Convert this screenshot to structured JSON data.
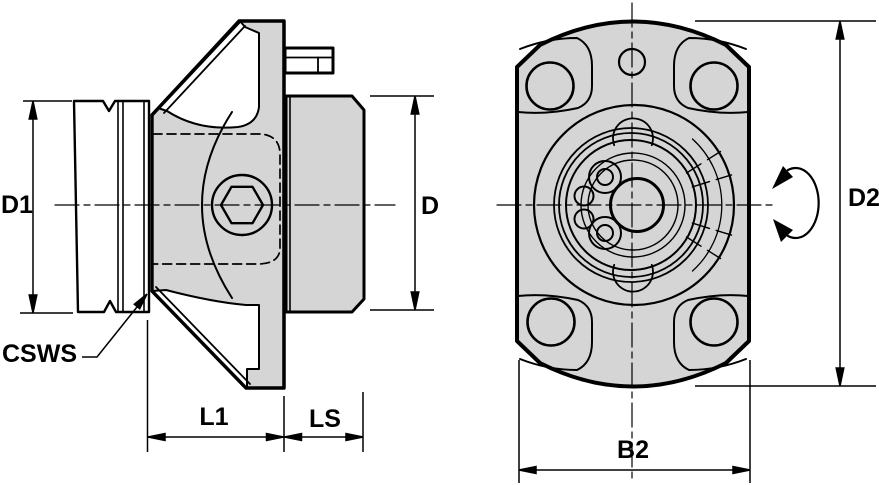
{
  "diagram": {
    "background_color": "#ffffff",
    "line_color": "#000000",
    "body_fill_color": "#d5d5d5",
    "side_view": {
      "dimension_labels": {
        "d1": "D1",
        "d": "D",
        "l1": "L1",
        "ls": "LS"
      },
      "callout_labels": {
        "csws": "CSWS"
      }
    },
    "front_view": {
      "dimension_labels": {
        "d2": "D2",
        "b2": "B2"
      }
    }
  }
}
